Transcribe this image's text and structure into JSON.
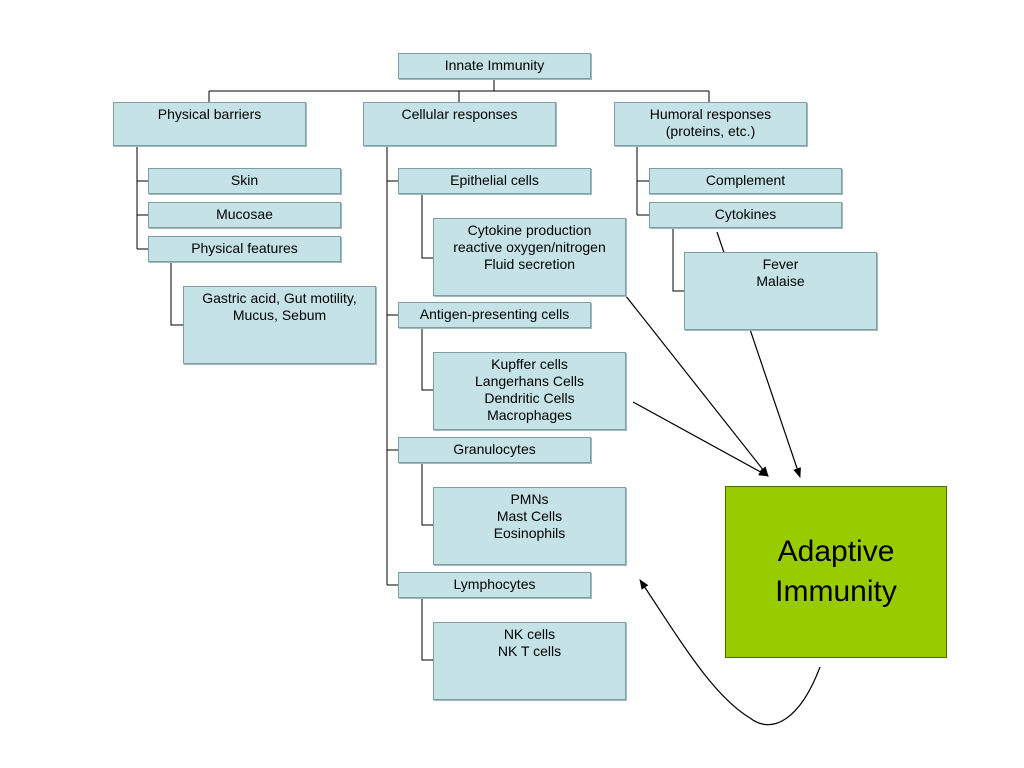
{
  "title": "Innate Immunity",
  "branches": {
    "physical": {
      "label": [
        "Physical barriers"
      ],
      "items": {
        "skin": [
          "Skin"
        ],
        "mucosae": [
          "Mucosae"
        ],
        "features": [
          "Physical features"
        ],
        "features_detail": [
          "Gastric acid, Gut motility,",
          "Mucus, Sebum"
        ]
      }
    },
    "cellular": {
      "label": [
        "Cellular responses"
      ],
      "items": {
        "epithelial": [
          "Epithelial cells"
        ],
        "epithelial_detail": [
          "Cytokine production",
          "reactive oxygen/nitrogen",
          "Fluid secretion"
        ],
        "apc": [
          "Antigen-presenting cells"
        ],
        "apc_detail": [
          "Kupffer cells",
          "Langerhans Cells",
          "Dendritic Cells",
          "Macrophages"
        ],
        "granulocytes": [
          "Granulocytes"
        ],
        "granulocytes_detail": [
          "PMNs",
          "Mast Cells",
          "Eosinophils"
        ],
        "lymphocytes": [
          "Lymphocytes"
        ],
        "lymphocytes_detail": [
          "NK cells",
          "NK T cells"
        ]
      }
    },
    "humoral": {
      "label": [
        "Humoral responses",
        "(proteins, etc.)"
      ],
      "items": {
        "complement": [
          "Complement"
        ],
        "cytokines": [
          "Cytokines"
        ],
        "cytokines_detail": [
          "Fever",
          "Malaise"
        ]
      }
    }
  },
  "adaptive": [
    "Adaptive",
    "Immunity"
  ],
  "colors": {
    "box_fill": "#c5e3e6",
    "box_border": "#7f9ea1",
    "adaptive_fill": "#99cc00",
    "connector": "#000000"
  }
}
